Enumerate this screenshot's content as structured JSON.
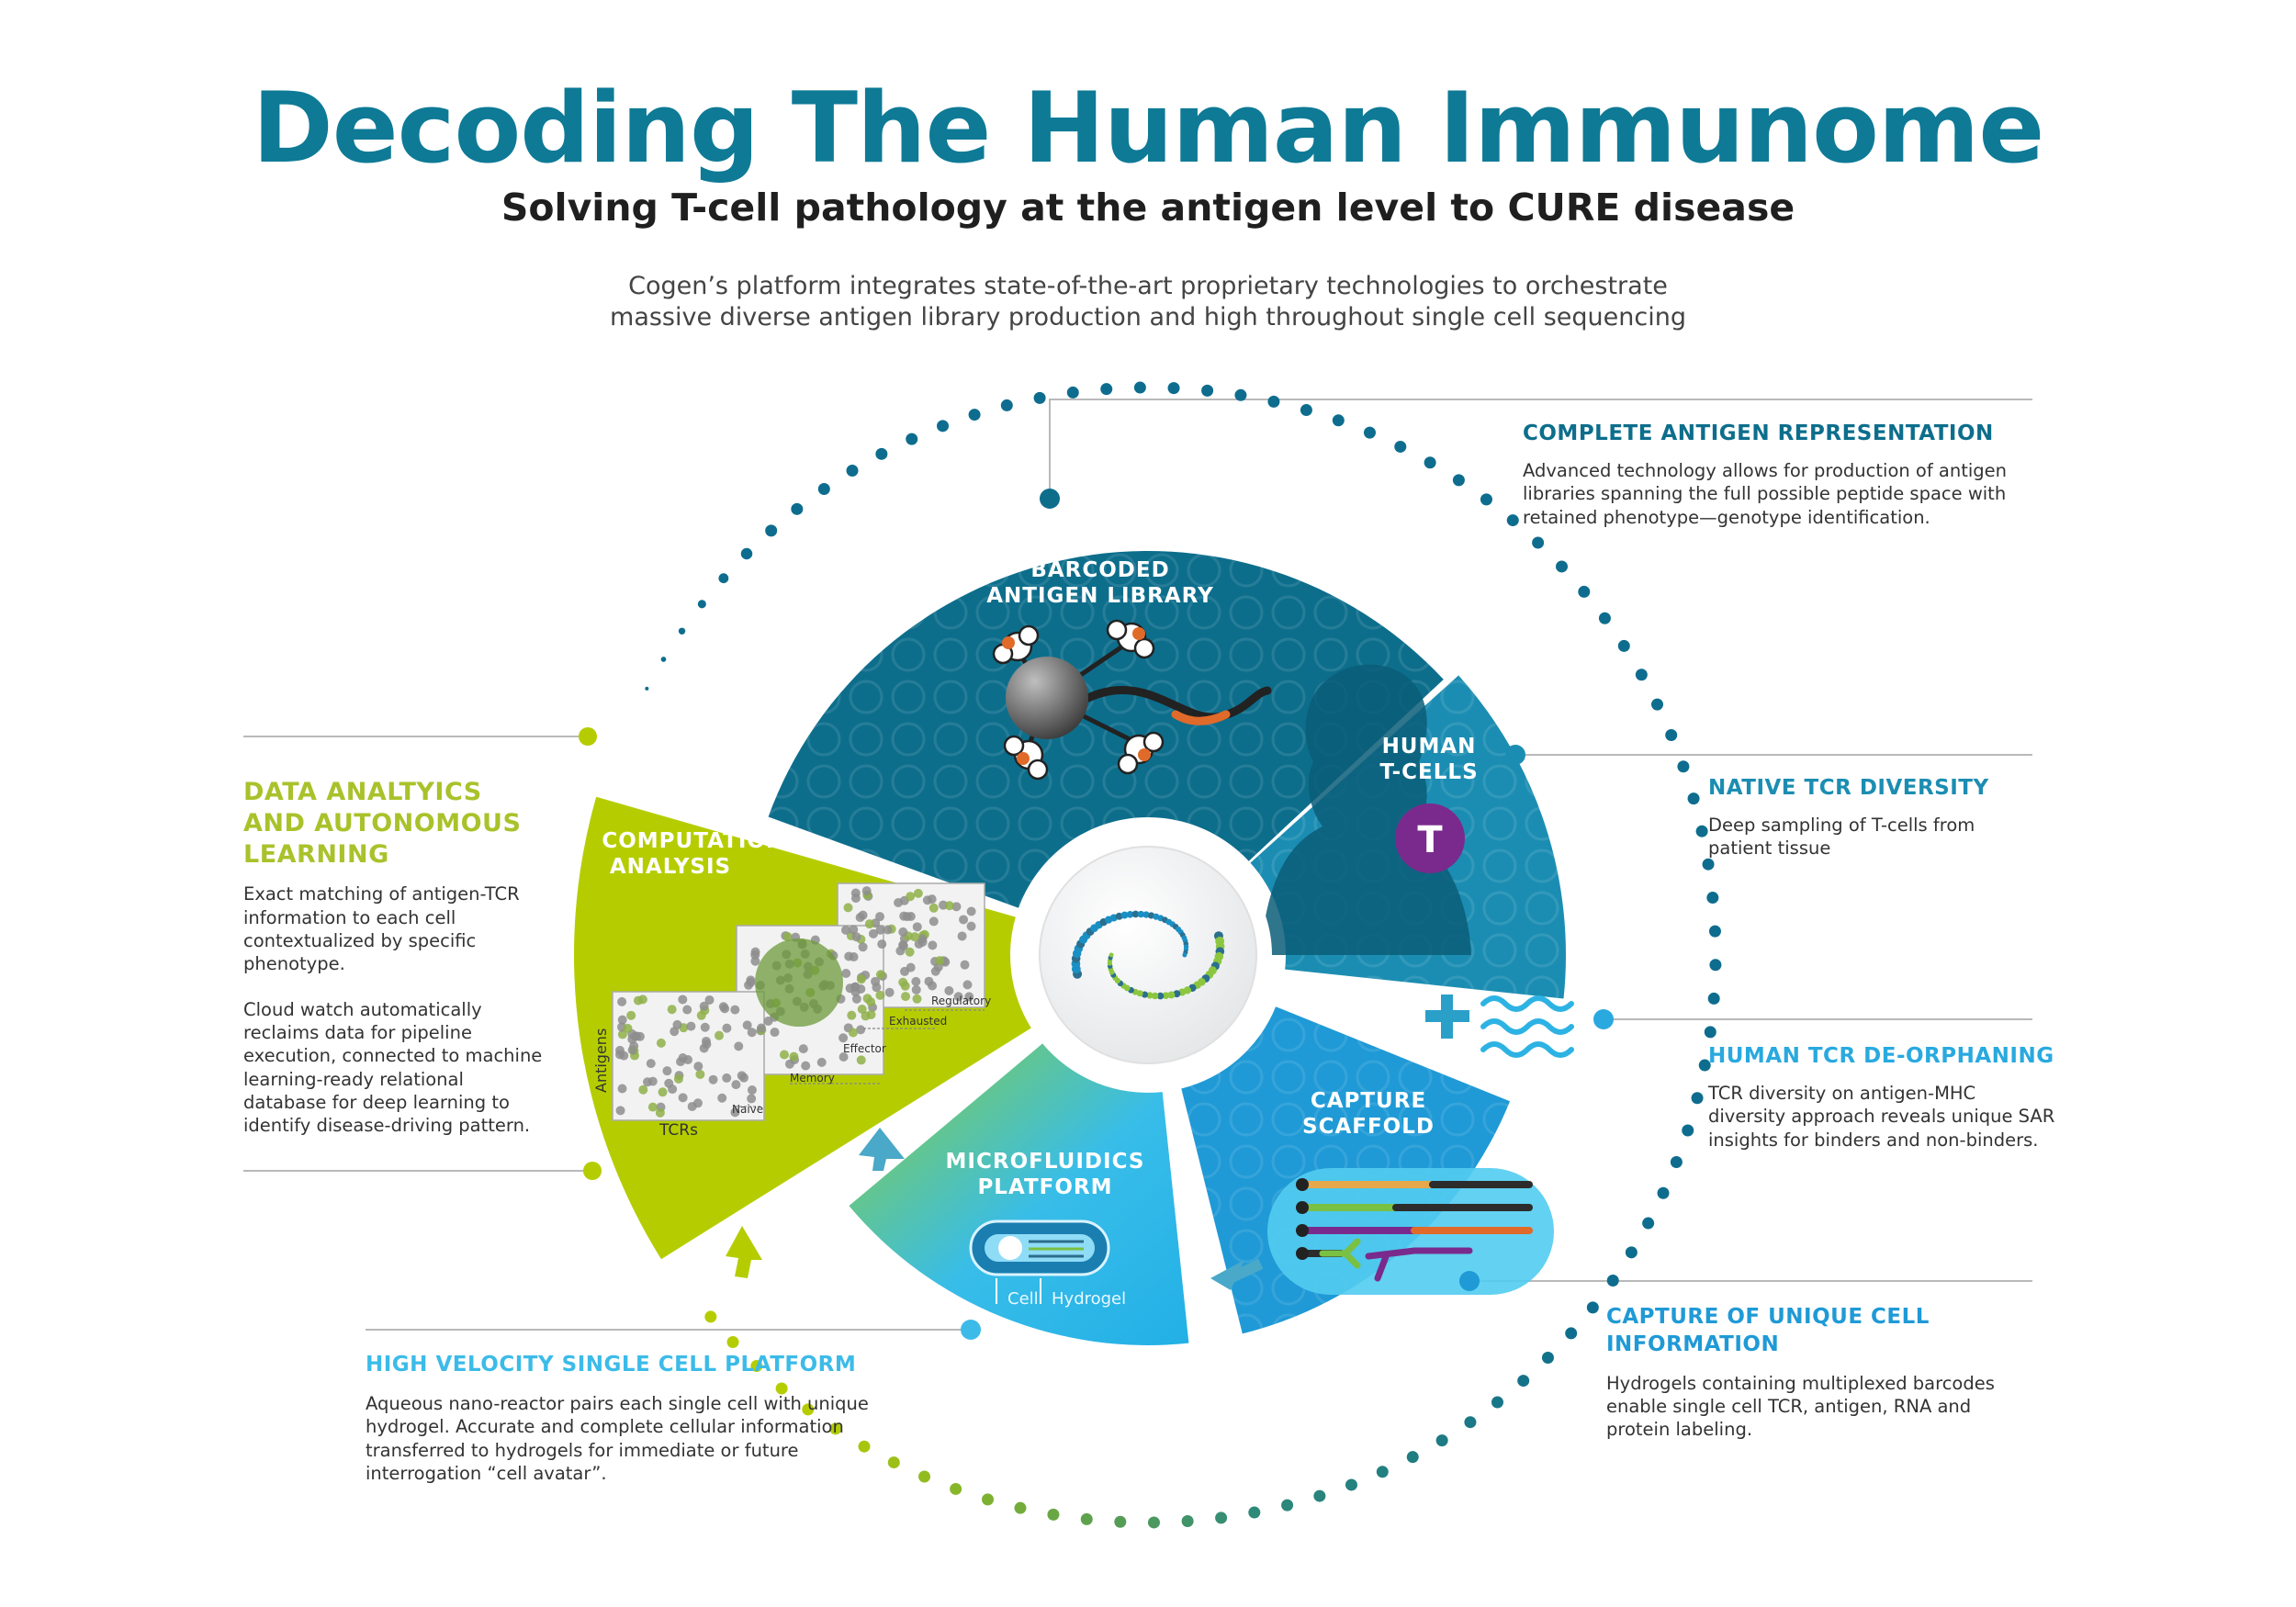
{
  "header": {
    "title": "Decoding The Human Immunome",
    "subtitle": "Solving T-cell pathology at the antigen level to CURE disease",
    "intro_line1": "Cogen’s platform integrates state-of-the-art proprietary technologies to orchestrate",
    "intro_line2": "massive diverse antigen library production and high throughout single cell sequencing"
  },
  "segments": {
    "barcoded": {
      "line1": "BARCODED",
      "line2": "ANTIGEN LIBRARY"
    },
    "tcells": {
      "line1": "HUMAN",
      "line2": "T-CELLS",
      "badge": "T"
    },
    "capture": {
      "line1": "CAPTURE",
      "line2": "SCAFFOLD"
    },
    "microfluidics": {
      "line1": "MICROFLUIDICS",
      "line2": "PLATFORM",
      "cell": "Cell",
      "hydrogel": "Hydrogel"
    },
    "computational": {
      "line1": "COMPUTATIONAL",
      "line2": "ANALYSIS",
      "plot_labels": {
        "antigens": "Antigens",
        "tcrs": "TCRs",
        "naive": "Naive",
        "memory": "Memory",
        "effector": "Effector",
        "exhausted": "Exhausted",
        "regulatory": "Regulatory"
      }
    }
  },
  "callouts": {
    "antigen": {
      "heading": "COMPLETE ANTIGEN REPRESENTATION",
      "body": [
        "Advanced technology allows for production of antigen",
        "libraries spanning the full possible peptide space with",
        "retained phenotype—genotype identification."
      ]
    },
    "tcr": {
      "heading": "NATIVE TCR DIVERSITY",
      "body": [
        "Deep sampling of T-cells from",
        "patient tissue"
      ]
    },
    "deorphaning": {
      "heading": "HUMAN TCR DE-ORPHANING",
      "body": [
        "TCR diversity on antigen-MHC",
        "diversity approach reveals unique SAR",
        "insights for binders and non-binders."
      ]
    },
    "capture": {
      "heading_line1": "CAPTURE OF UNIQUE CELL",
      "heading_line2": "INFORMATION",
      "body": [
        "Hydrogels containing multiplexed barcodes",
        "enable single cell TCR, antigen, RNA and",
        "protein labeling."
      ]
    },
    "velocity": {
      "heading": "HIGH VELOCITY SINGLE CELL PLATFORM",
      "body": [
        "Aqueous nano-reactor pairs each single cell with unique",
        "hydrogel. Accurate and complete cellular information",
        "transferred to hydrogels for immediate or future",
        "interrogation “cell avatar”."
      ]
    },
    "analytics": {
      "heading": [
        "DATA ANALTYICS",
        "AND AUTONOMOUS",
        "LEARNING"
      ],
      "body1": [
        "Exact matching of antigen-TCR",
        "information to each cell",
        "contextualized by specific",
        "phenotype."
      ],
      "body2": [
        "Cloud watch automatically",
        "reclaims data for pipeline",
        "execution, connected to machine",
        "learning-ready relational",
        "database for deep learning to",
        "identify disease-driving pattern."
      ]
    }
  },
  "colors": {
    "title": "#0e7a96",
    "dark_teal": "#0d6e8c",
    "teal": "#1c8db2",
    "blue": "#29a9df",
    "light_blue": "#3cbbe8",
    "lime": "#b5cd00",
    "lime_text": "#a9c22b",
    "purple": "#7a2a8c",
    "orange": "#e06a2a"
  },
  "icons": [
    "antigen-molecule-icon",
    "person-silhouette-icon",
    "t-cell-badge-icon",
    "plus-icon",
    "waves-icon",
    "hydrogel-capsule-icon",
    "barcode-strands-icon",
    "antibody-icon",
    "spiral-logo-icon",
    "arrow-icon"
  ]
}
